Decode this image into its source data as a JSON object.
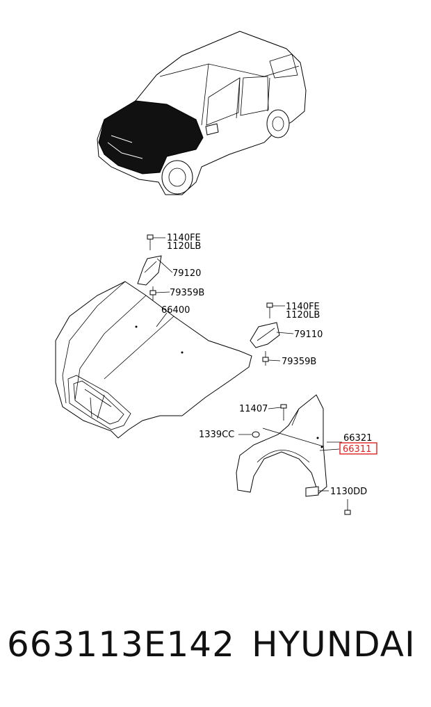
{
  "labels": {
    "bolt_top_left_a": "1140FE",
    "bolt_top_left_b": "1120LB",
    "hinge_left": "79120",
    "bolt_lower_left": "79359B",
    "hood": "66400",
    "bolt_top_right_a": "1140FE",
    "bolt_top_right_b": "1120LB",
    "hinge_right": "79110",
    "bolt_lower_right": "79359B",
    "screw_fender_top": "11407",
    "clip_fender": "1339CC",
    "fender_part_a": "66321",
    "fender_part_b_highlighted": "66311",
    "bolt_fender_bottom": "1130DD"
  },
  "caption": {
    "part_number": "663113E142",
    "brand": "HYUNDAI"
  },
  "colors": {
    "highlight": "#e02020",
    "ink": "#000000",
    "car_shade": "#111111"
  }
}
